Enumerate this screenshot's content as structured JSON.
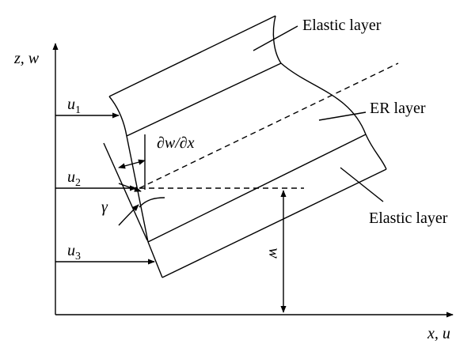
{
  "axes": {
    "vertical_label": "z, w",
    "horizontal_label": "x, u"
  },
  "layers": {
    "top": "Elastic layer",
    "middle": "ER layer",
    "bottom": "Elastic layer"
  },
  "displacements": [
    {
      "symbol": "u",
      "index": "1"
    },
    {
      "symbol": "u",
      "index": "2"
    },
    {
      "symbol": "u",
      "index": "3"
    }
  ],
  "slope_label": "∂w/∂x",
  "shear_angle_label": "γ",
  "deflection_label": "w"
}
